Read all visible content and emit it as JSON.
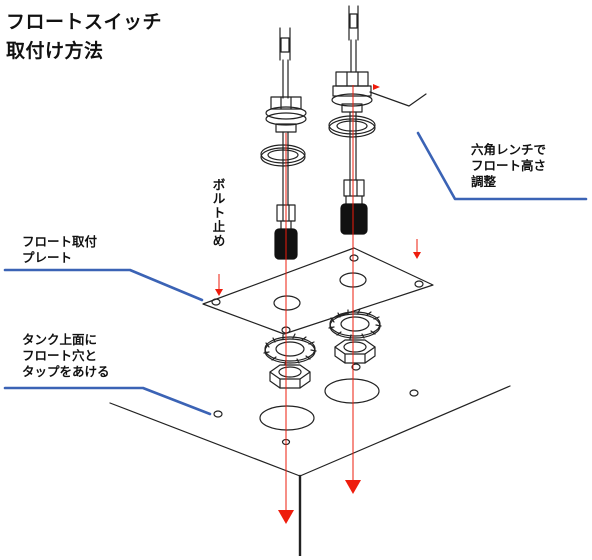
{
  "title": {
    "line1": "フロートスイッチ",
    "line2": "取付け方法"
  },
  "labels": {
    "hex_wrench": "六角レンチで\nフロート高さ\n調整",
    "bolt_fix": "ボルト止め",
    "float_plate": "フロート取付\nプレート",
    "tank_top": "タンク上面に\nフロート穴と\nタップをあける"
  },
  "colors": {
    "leader": "#3b63b5",
    "arrow": "#ee1c0c",
    "line": "#222222",
    "cap": "#111111"
  }
}
